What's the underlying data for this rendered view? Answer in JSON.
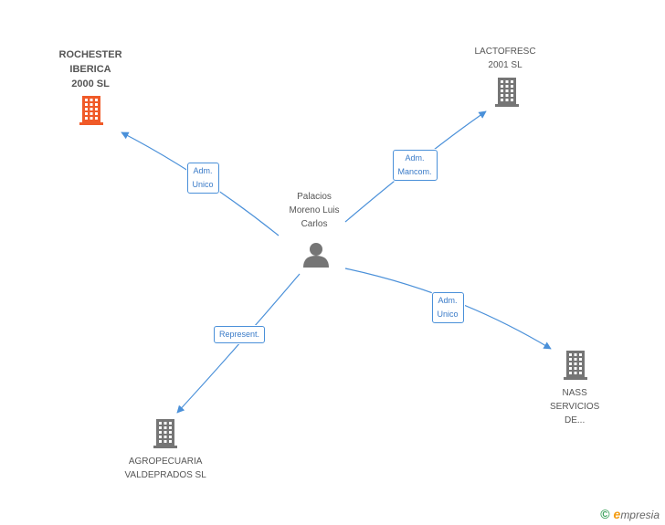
{
  "colors": {
    "edge": "#4a90d9",
    "company_icon": "#757575",
    "main_company_icon": "#f05a28",
    "person_icon": "#757575"
  },
  "center": {
    "label_lines": [
      "Palacios",
      "Moreno Luis",
      "Carlos"
    ],
    "icon": "person-icon"
  },
  "companies": [
    {
      "id": "rochester",
      "label_lines": [
        "ROCHESTER",
        "IBERICA",
        "2000 SL"
      ],
      "icon": "building-icon",
      "highlight": true
    },
    {
      "id": "lactofresc",
      "label_lines": [
        "LACTOFRESC",
        "2001 SL"
      ],
      "icon": "building-icon",
      "highlight": false
    },
    {
      "id": "nass",
      "label_lines": [
        "NASS",
        "SERVICIOS",
        "DE..."
      ],
      "icon": "building-icon",
      "highlight": false
    },
    {
      "id": "agropecuaria",
      "label_lines": [
        "AGROPECUARIA",
        "VALDEPRADOS SL"
      ],
      "icon": "building-icon",
      "highlight": false
    }
  ],
  "relations": [
    {
      "to": "rochester",
      "label_lines": [
        "Adm.",
        "Unico"
      ]
    },
    {
      "to": "lactofresc",
      "label_lines": [
        "Adm.",
        "Mancom."
      ]
    },
    {
      "to": "nass",
      "label_lines": [
        "Adm.",
        "Unico"
      ]
    },
    {
      "to": "agropecuaria",
      "label_lines": [
        "Represent."
      ]
    }
  ],
  "brand": {
    "copyright": "©",
    "name_initial": "e",
    "name_rest": "mpresia"
  }
}
